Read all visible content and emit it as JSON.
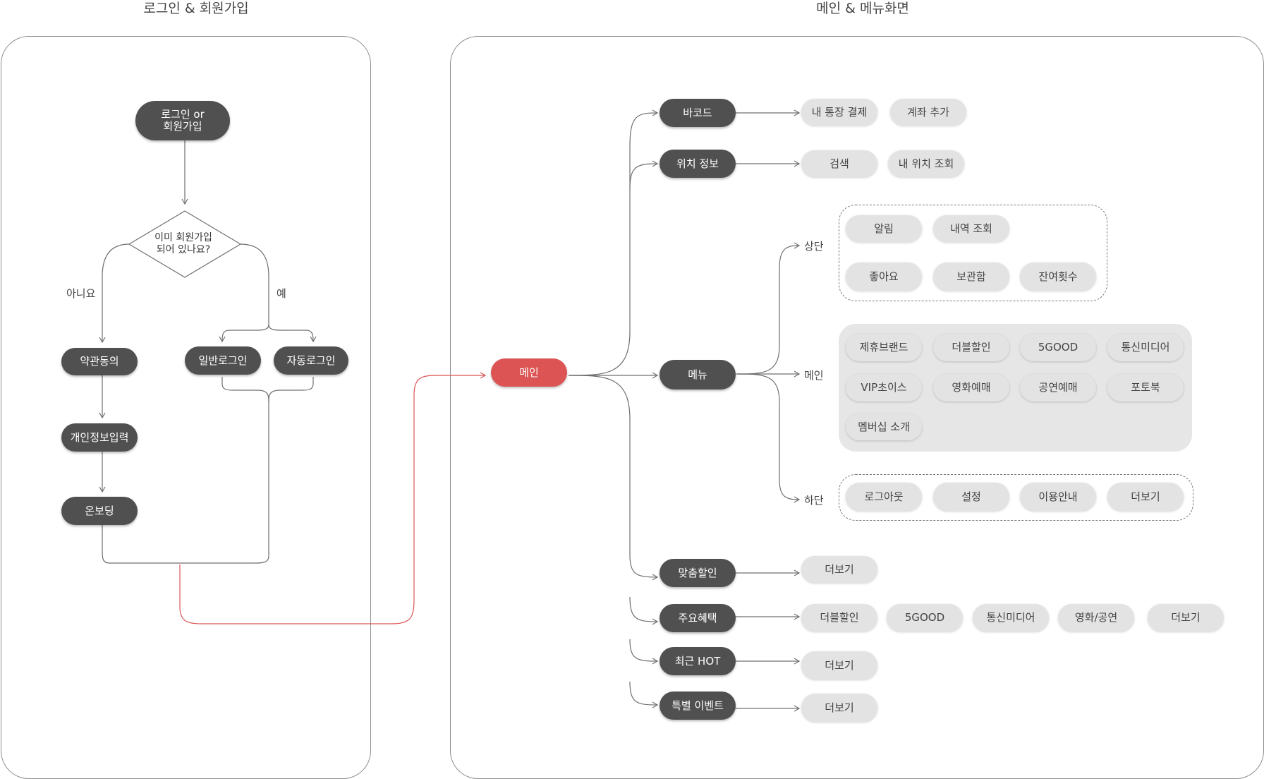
{
  "sections": {
    "login_title": "로그인 & 회원가입",
    "main_title": "메인 & 메뉴화면"
  },
  "login": {
    "start_line1": "로그인 or",
    "start_line2": "회원가입",
    "decision_line1": "이미 회원가입",
    "decision_line2": "되어 있나요?",
    "no_label": "아니요",
    "yes_label": "예",
    "terms": "약관동의",
    "personal_info": "개인정보입력",
    "onboarding": "온보딩",
    "normal_login": "일반로그인",
    "auto_login": "자동로그인"
  },
  "main": {
    "main_node": "메인",
    "barcode": "바코드",
    "barcode_items": [
      "내 통장 결제",
      "계좌 추가"
    ],
    "location": "위치 정보",
    "location_items": [
      "검색",
      "내 위치 조회"
    ],
    "menu": "메뉴",
    "menu_top_label": "상단",
    "menu_top_items": [
      "알림",
      "내역 조회",
      "좋아요",
      "보관함",
      "잔여횟수"
    ],
    "menu_main_label": "메인",
    "menu_main_items": [
      "제휴브랜드",
      "더블할인",
      "5GOOD",
      "통신미디어",
      "VIP초이스",
      "영화예매",
      "공연예매",
      "포토북",
      "멤버십 소개"
    ],
    "menu_bottom_label": "하단",
    "menu_bottom_items": [
      "로그아웃",
      "설정",
      "이용안내",
      "더보기"
    ],
    "custom_discount": "맞춤할인",
    "custom_discount_items": [
      "더보기"
    ],
    "benefits": "주요혜택",
    "benefits_items": [
      "더블할인",
      "5GOOD",
      "통신미디어",
      "영화/공연",
      "더보기"
    ],
    "recent_hot": "최근 HOT",
    "recent_hot_items": [
      "더보기"
    ],
    "special_event": "특별 이벤트",
    "special_event_items": [
      "더보기"
    ]
  },
  "colors": {
    "dark_node": "#505050",
    "light_node": "#e3e3e3",
    "accent_red": "#dc5454",
    "line": "#6f6f6f"
  }
}
